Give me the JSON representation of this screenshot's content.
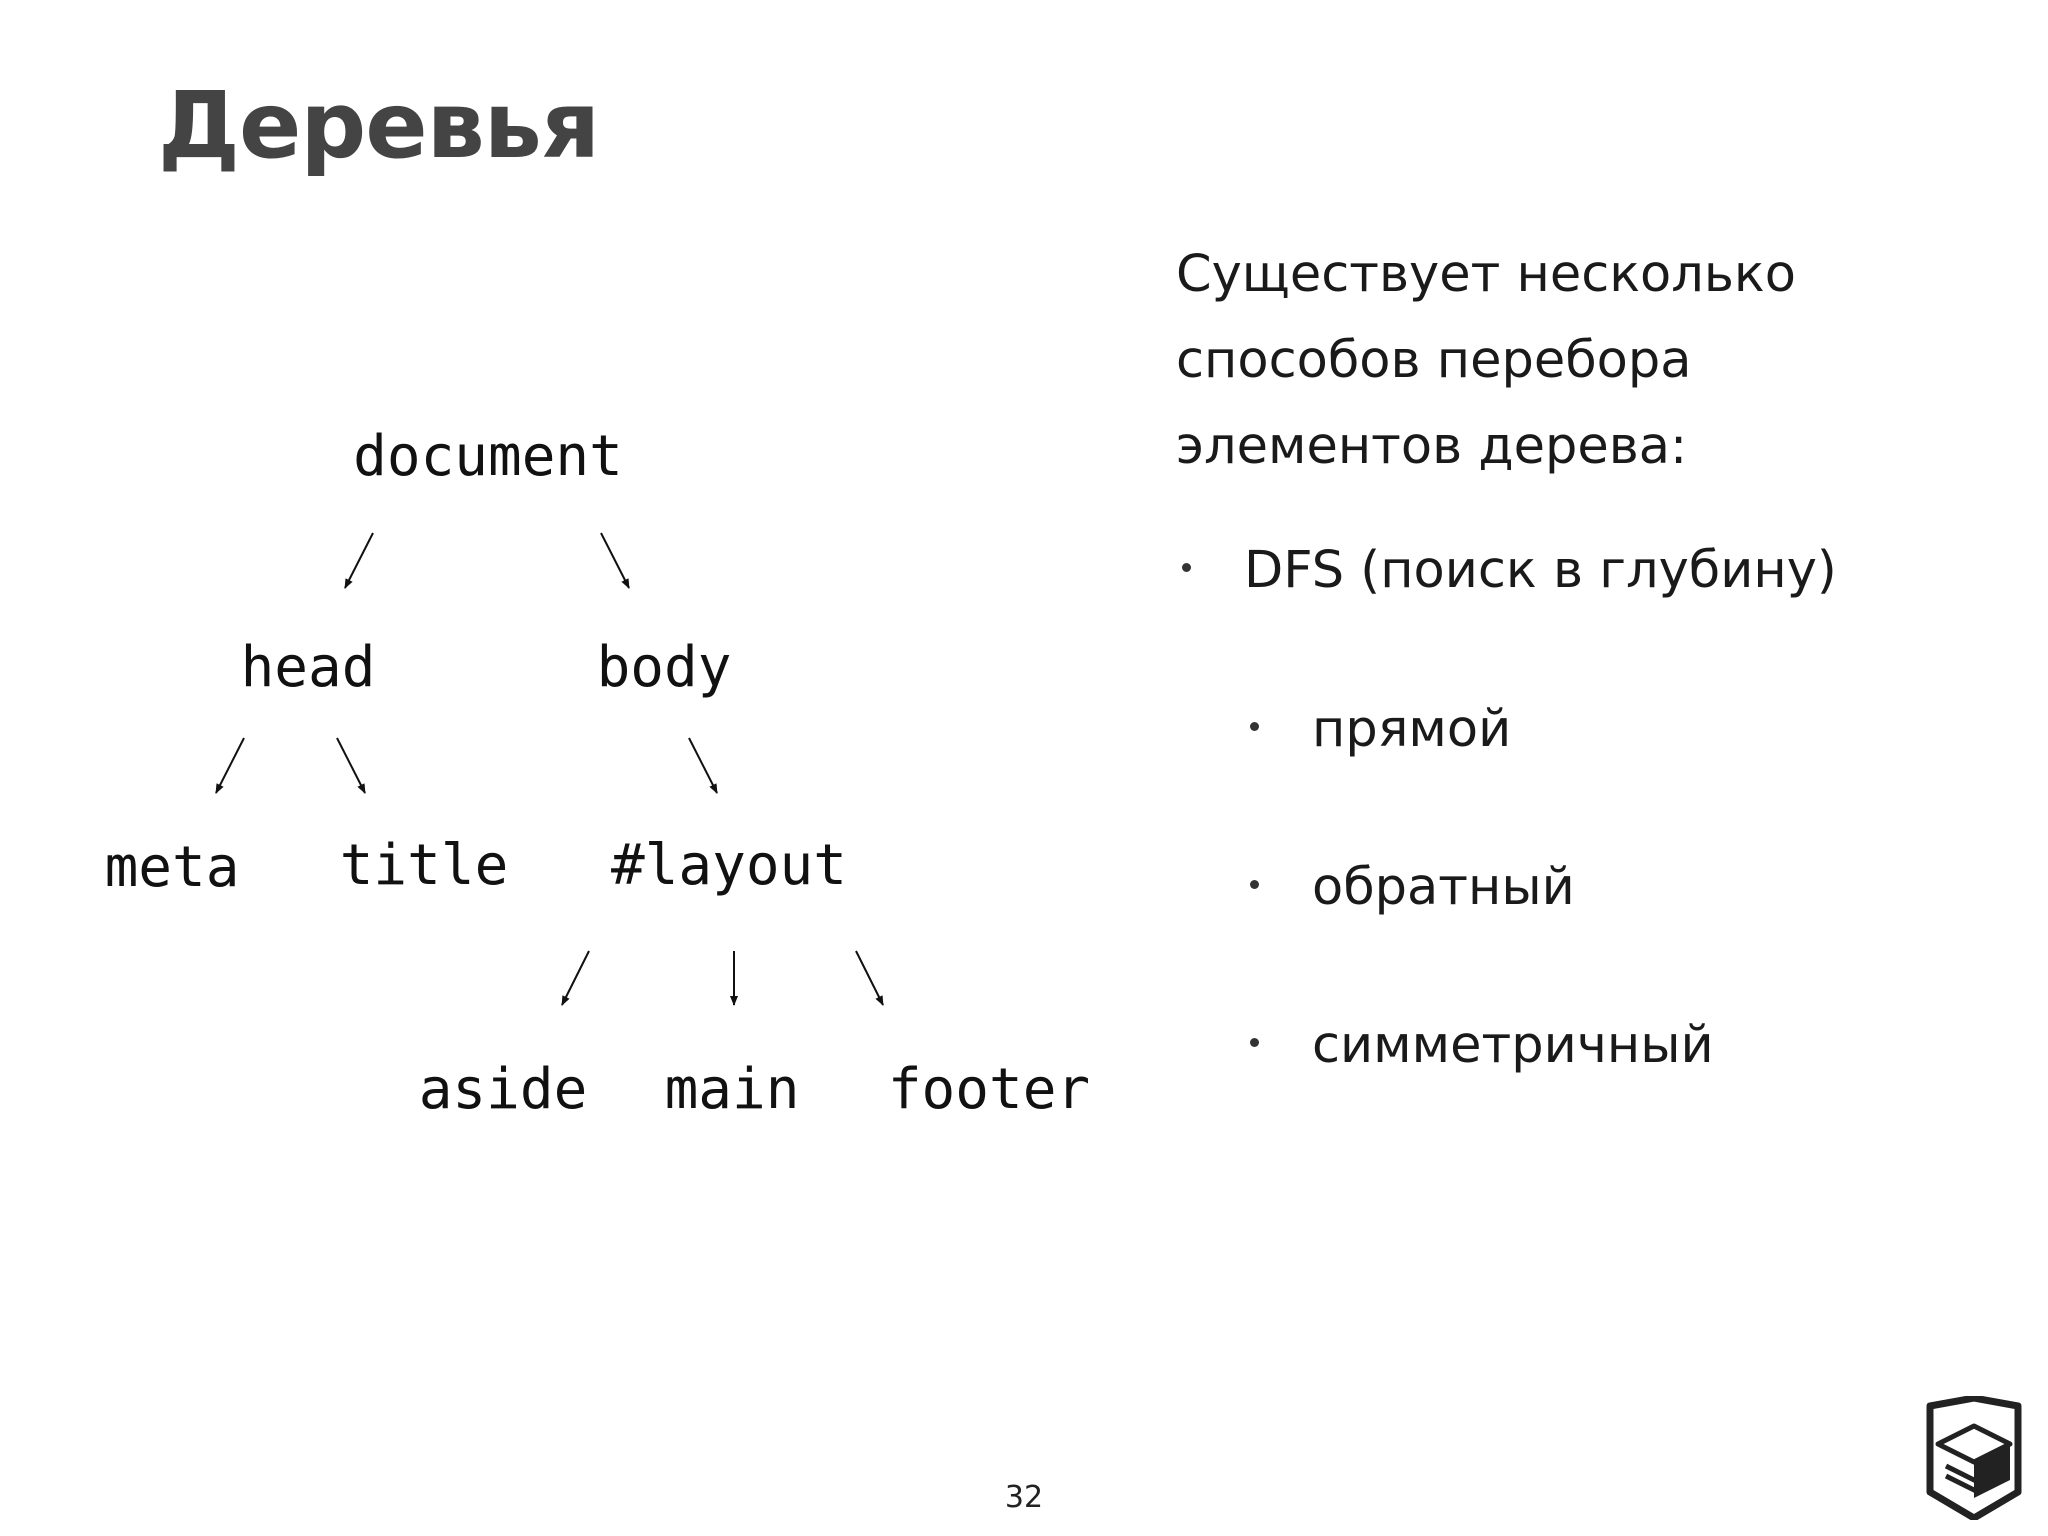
{
  "slide": {
    "title": "Деревья",
    "page_number": "32"
  },
  "tree": {
    "nodes": {
      "document": "document",
      "head": "head",
      "body": "body",
      "meta": "meta",
      "title": "title",
      "layout": "#layout",
      "aside": "aside",
      "main": "main",
      "footer": "footer"
    },
    "edges": [
      [
        "document",
        "head"
      ],
      [
        "document",
        "body"
      ],
      [
        "head",
        "meta"
      ],
      [
        "head",
        "title"
      ],
      [
        "body",
        "layout"
      ],
      [
        "layout",
        "aside"
      ],
      [
        "layout",
        "main"
      ],
      [
        "layout",
        "footer"
      ]
    ]
  },
  "description": {
    "intro_lines": [
      "Существует несколько",
      "способов перебора",
      "элементов дерева:"
    ],
    "bullet_main": "DFS (поиск в глубину)",
    "sub_bullets": [
      "прямой",
      "обратный",
      "симметричный"
    ]
  },
  "logo": {
    "icon": "shield-logo-icon",
    "color": "#222222"
  }
}
